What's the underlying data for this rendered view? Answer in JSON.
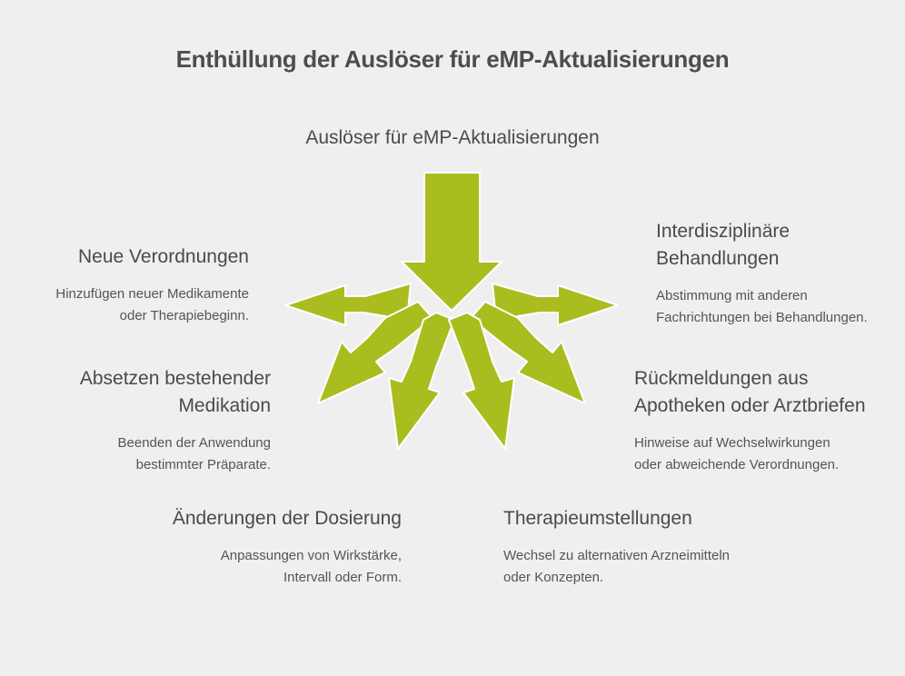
{
  "title": "Enthüllung der Auslöser für eMP-Aktualisierungen",
  "center": {
    "label": "Auslöser für eMP-Aktualisierungen"
  },
  "colors": {
    "background": "#efefef",
    "arrow_fill": "#a9bd1f",
    "arrow_stroke": "#ffffff",
    "text": "#4a4a4a"
  },
  "triggers": [
    {
      "id": "neue-verordnungen",
      "heading": "Neue Verordnungen",
      "description": "Hinzufügen neuer Medikamente\noder Therapiebeginn."
    },
    {
      "id": "interdisziplinaere-behandlungen",
      "heading": "Interdisziplinäre\nBehandlungen",
      "description": "Abstimmung mit anderen\nFachrichtungen bei Behandlungen."
    },
    {
      "id": "absetzen-medikation",
      "heading": "Absetzen bestehender\nMedikation",
      "description": "Beenden der Anwendung\nbestimmter Präparate."
    },
    {
      "id": "rueckmeldungen",
      "heading": "Rückmeldungen aus\nApotheken oder Arztbriefen",
      "description": "Hinweise auf Wechselwirkungen\noder abweichende Verordnungen."
    },
    {
      "id": "aenderungen-dosierung",
      "heading": "Änderungen der Dosierung",
      "description": "Anpassungen von Wirkstärke,\nIntervall oder Form."
    },
    {
      "id": "therapieumstellungen",
      "heading": "Therapieumstellungen",
      "description": "Wechsel zu alternativen Arzneimitteln\noder Konzepten."
    }
  ]
}
